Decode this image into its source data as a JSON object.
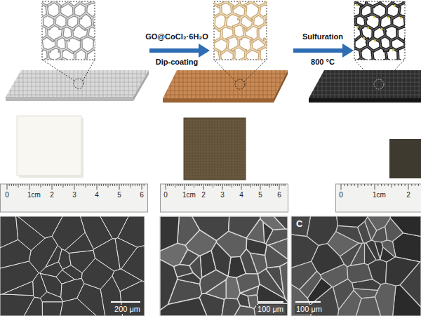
{
  "diagram": {
    "labels": [
      "GO@CoCl₂·6H₂O",
      "Dip-coating",
      "Sulfuration",
      "800 °C",
      "0",
      "1cm",
      "2",
      "3",
      "4",
      "5",
      "6",
      "0",
      "1cm",
      "2",
      "3",
      "4",
      "5",
      "6",
      "0",
      "1cm",
      "2",
      "200 μm",
      "100 μm",
      "C",
      "100 μm"
    ]
  }
}
